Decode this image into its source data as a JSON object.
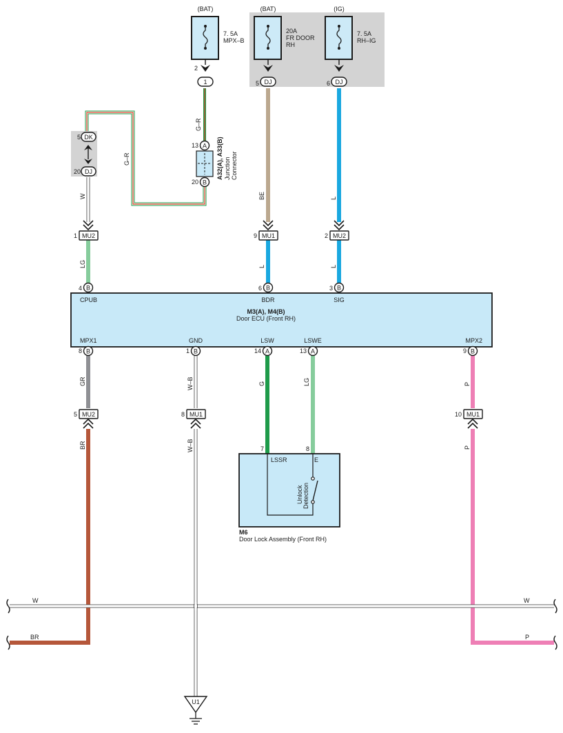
{
  "colors": {
    "BR": "#b5573a",
    "BE": "#bba88f",
    "L": "#1aa8e0",
    "LG": "#86cc9c",
    "G": "#1e9b4a",
    "GR": "#8f9094",
    "P": "#ee7fb5",
    "W": "#ffffff",
    "R": "#e0402a",
    "ecu_fill": "#c8e9f8",
    "shade": "#d3d3d3"
  },
  "fuses": [
    {
      "source": "(BAT)",
      "line1": "7. 5A",
      "line2": "MPX–B",
      "line3": "",
      "pin": "2",
      "connector": "1"
    },
    {
      "source": "(BAT)",
      "line1": "20A",
      "line2": "FR DOOR",
      "line3": "RH",
      "pin": "5",
      "connector": "DJ"
    },
    {
      "source": "(IG)",
      "line1": "7. 5A",
      "line2": "RH–IG",
      "line3": "",
      "pin": "6",
      "connector": "DJ"
    }
  ],
  "junction": {
    "name": "A32(A), A33(B)",
    "desc1": "Junction",
    "desc2": "Connector",
    "pin_top": "13",
    "tag_top": "A",
    "pin_bottom": "20",
    "tag_bottom": "B"
  },
  "dk_dj": {
    "pin_top": "5",
    "tag_top": "DK",
    "pin_bottom": "20",
    "tag_bottom": "DJ"
  },
  "wire_labels": {
    "gr_top": "G–R",
    "gr_left": "G–R",
    "w_top": "W",
    "be": "BE",
    "l_top": "L",
    "lg_cpub": "LG",
    "l_bdr": "L",
    "l_sig": "L",
    "gr_mpx1": "GR",
    "wb_gnd": "W–B",
    "g_lsw": "G",
    "lg_lswe": "LG",
    "p_mpx2": "P",
    "br_low": "BR",
    "wb_low": "W–B",
    "p_low": "P"
  },
  "mu_connectors": {
    "top_left": {
      "pin": "1",
      "tag": "MU2"
    },
    "top_mid": {
      "pin": "9",
      "tag": "MU1"
    },
    "top_right": {
      "pin": "2",
      "tag": "MU2"
    },
    "bot_mpx1": {
      "pin": "5",
      "tag": "MU2"
    },
    "bot_gnd": {
      "pin": "8",
      "tag": "MU1"
    },
    "bot_mpx2": {
      "pin": "10",
      "tag": "MU1"
    }
  },
  "ecu": {
    "name": "M3(A), M4(B)",
    "desc": "Door ECU (Front RH)",
    "top_pins": [
      {
        "pin": "4",
        "tag": "B",
        "label": "CPUB"
      },
      {
        "pin": "6",
        "tag": "B",
        "label": "BDR"
      },
      {
        "pin": "3",
        "tag": "B",
        "label": "SIG"
      }
    ],
    "bottom_pins": [
      {
        "pin": "8",
        "tag": "B",
        "label": "MPX1"
      },
      {
        "pin": "1",
        "tag": "B",
        "label": "GND"
      },
      {
        "pin": "14",
        "tag": "A",
        "label": "LSW"
      },
      {
        "pin": "13",
        "tag": "A",
        "label": "LSWE"
      },
      {
        "pin": "9",
        "tag": "B",
        "label": "MPX2"
      }
    ]
  },
  "lock": {
    "name": "M6",
    "desc": "Door Lock Assembly (Front RH)",
    "pin_lssr": "7",
    "label_lssr": "LSSR",
    "pin_e": "8",
    "label_e": "E",
    "switch1": "Unlock",
    "switch2": "Detection"
  },
  "bus": {
    "w_left": "W",
    "w_right": "W",
    "br_left": "BR",
    "p_right": "P"
  },
  "ground": {
    "tag": "U1"
  }
}
